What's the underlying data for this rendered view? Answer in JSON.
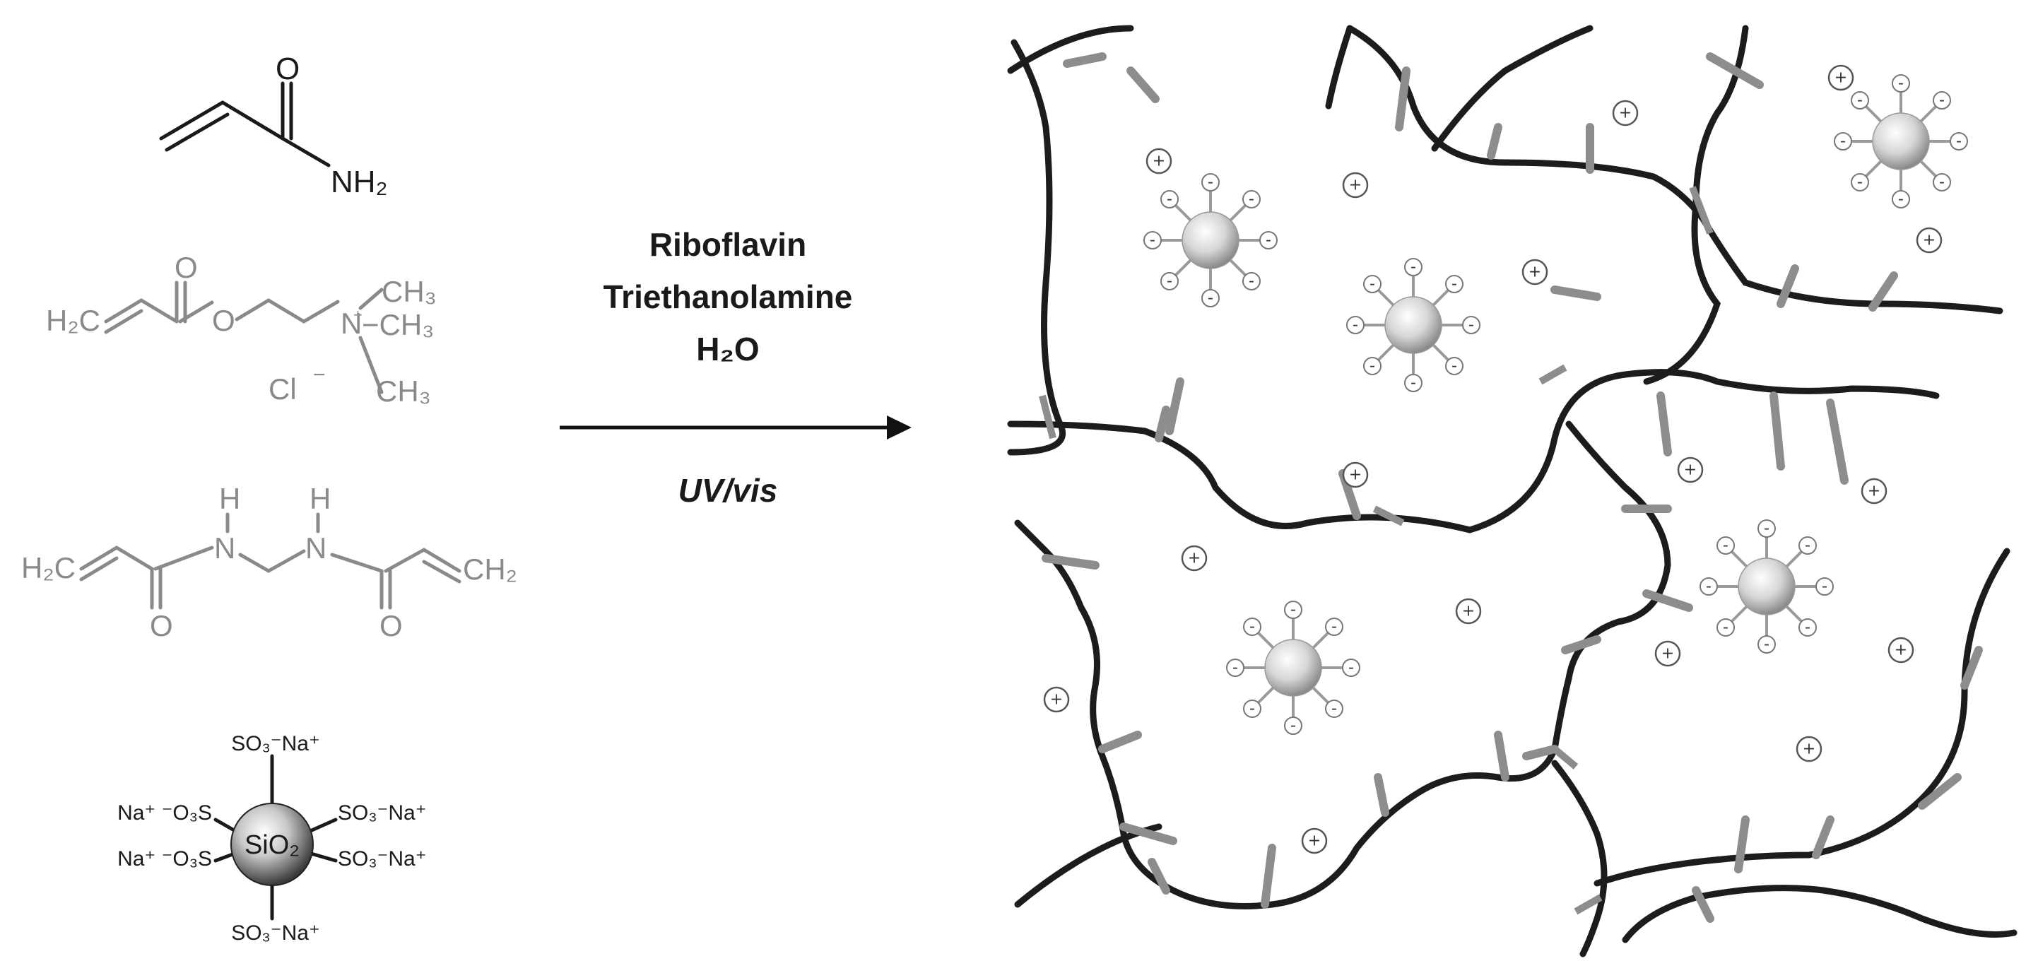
{
  "reaction": {
    "conditions": [
      "Riboflavin",
      "Triethanolamine",
      "H₂O"
    ],
    "activation": "UV/vis"
  },
  "monomers": {
    "acrylamide": {
      "O": "O",
      "NH2": "NH₂"
    },
    "quat": {
      "H2C": "H₂C",
      "O1": "O",
      "O2": "O",
      "CH3_top": "CH₃",
      "CH3_mid": "−CH₃",
      "CH3_bot": "CH₃",
      "N": "N",
      "plus": "+",
      "Cl": "Cl",
      "minus": "−"
    },
    "crosslinker": {
      "H_left": "H",
      "H_right": "H",
      "N_left": "N",
      "N_right": "N",
      "H2C_left": "H₂C",
      "CH2_right": "CH₂",
      "O_left": "O",
      "O_right": "O"
    }
  },
  "nanoparticle": {
    "core": "SiO₂",
    "groups": {
      "top": "SO₃⁻Na⁺",
      "bottom": "SO₃⁻Na⁺",
      "left_upper": "Na⁺ ⁻O₃S",
      "left_lower": "Na⁺ ⁻O₃S",
      "right_upper": "SO₃⁻Na⁺",
      "right_lower": "SO₃⁻Na⁺"
    }
  },
  "network": {
    "positive_symbol": "+",
    "negative_symbol": "-"
  }
}
